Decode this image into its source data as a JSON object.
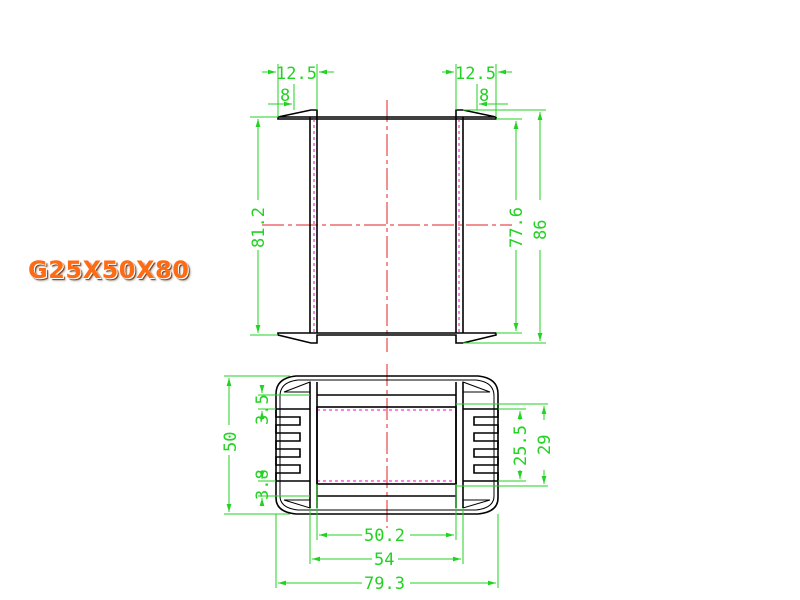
{
  "title": "G25X50X80",
  "colors": {
    "dimension": "#22d322",
    "outline": "#000000",
    "centerline": "#e32020",
    "hidden": "#ff00c8",
    "title": "#ff6a13"
  },
  "top_view": {
    "dim_top_left": "12.5",
    "dim_inner_left": "8",
    "dim_top_right": "12.5",
    "dim_inner_right": "8",
    "dim_left_height": "81.2",
    "dim_right_inner": "77.6",
    "dim_right_outer": "86"
  },
  "bottom_view": {
    "dim_left_outer": "50",
    "dim_left_top": "3.5",
    "dim_left_bottom": "3.8",
    "dim_right_inner": "25.5",
    "dim_right_outer": "29",
    "dim_bottom_1": "50.2",
    "dim_bottom_2": "54",
    "dim_bottom_3": "79.3"
  }
}
